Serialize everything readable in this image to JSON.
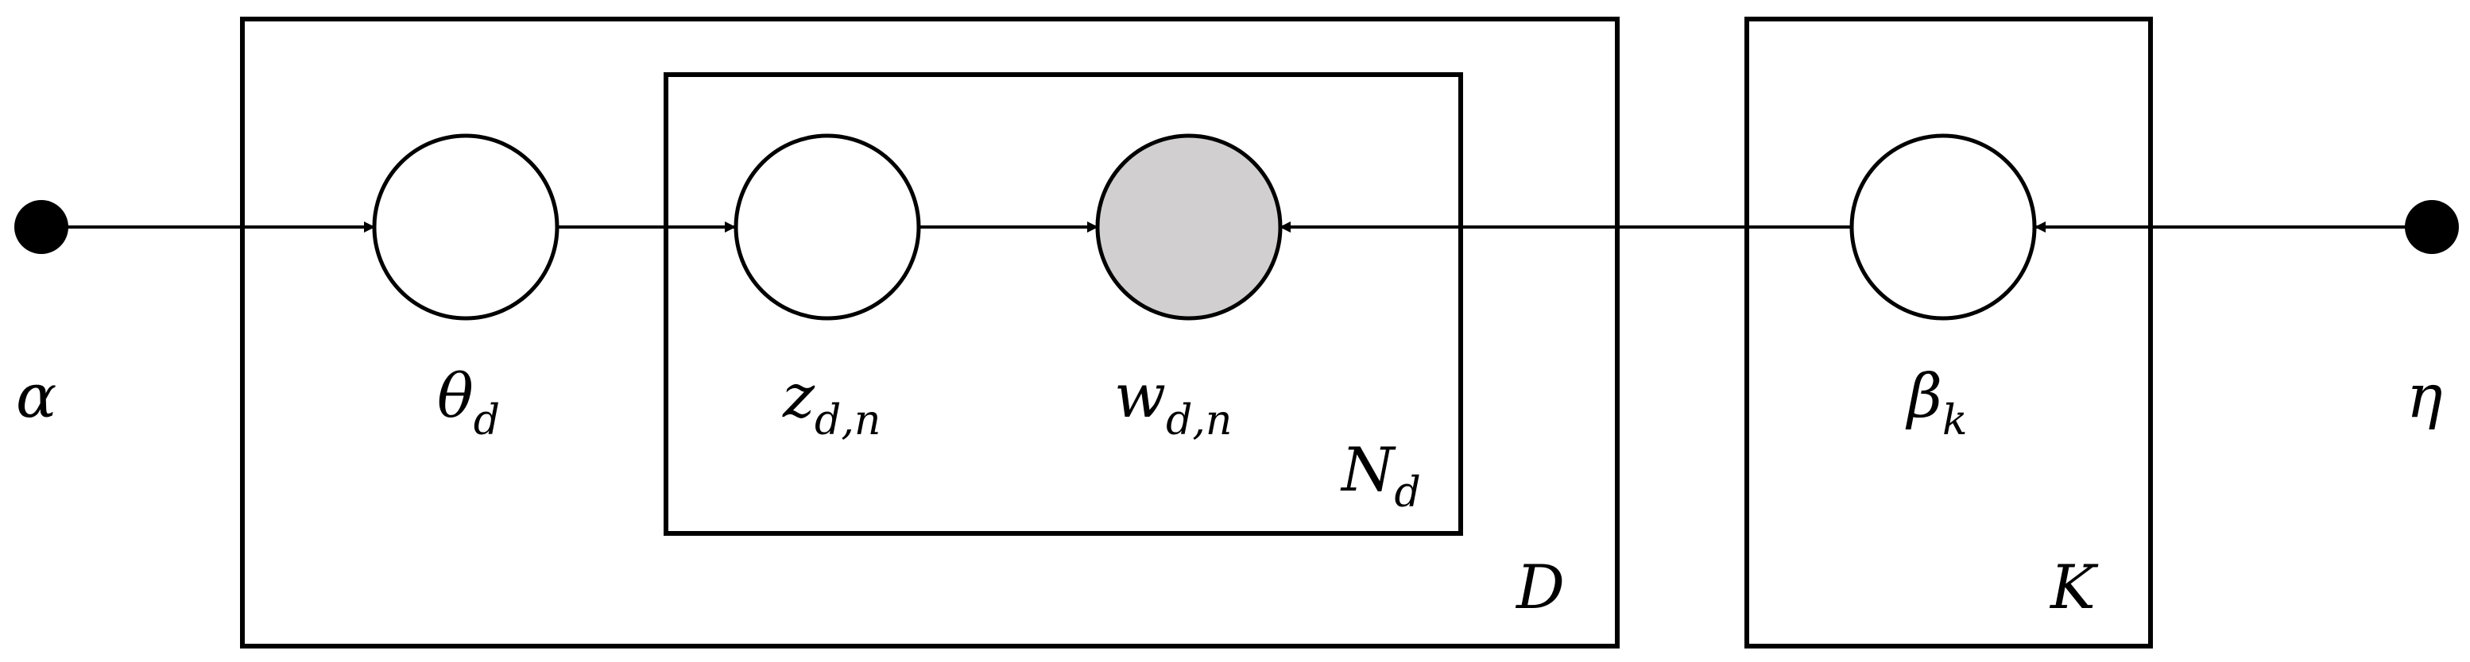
{
  "diagram": {
    "colors": {
      "stroke": "#000000",
      "node_fill": "#ffffff",
      "observed_fill": "#d1cfd0",
      "background": "#ffffff"
    },
    "nodes": {
      "alpha": {
        "symbol": "α",
        "subscript": ""
      },
      "theta": {
        "symbol": "θ",
        "subscript": "d"
      },
      "z": {
        "symbol": "z",
        "subscript": "d,n"
      },
      "w": {
        "symbol": "w",
        "subscript": "d,n",
        "observed": true
      },
      "beta": {
        "symbol": "β",
        "subscript": "k"
      },
      "eta": {
        "symbol": "η",
        "subscript": ""
      }
    },
    "plates": {
      "N": {
        "symbol": "N",
        "subscript": "d"
      },
      "D": {
        "symbol": "D",
        "subscript": ""
      },
      "K": {
        "symbol": "K",
        "subscript": ""
      }
    },
    "edges": [
      {
        "from": "alpha",
        "to": "theta"
      },
      {
        "from": "theta",
        "to": "z"
      },
      {
        "from": "z",
        "to": "w"
      },
      {
        "from": "beta",
        "to": "w"
      },
      {
        "from": "eta",
        "to": "beta"
      }
    ]
  }
}
